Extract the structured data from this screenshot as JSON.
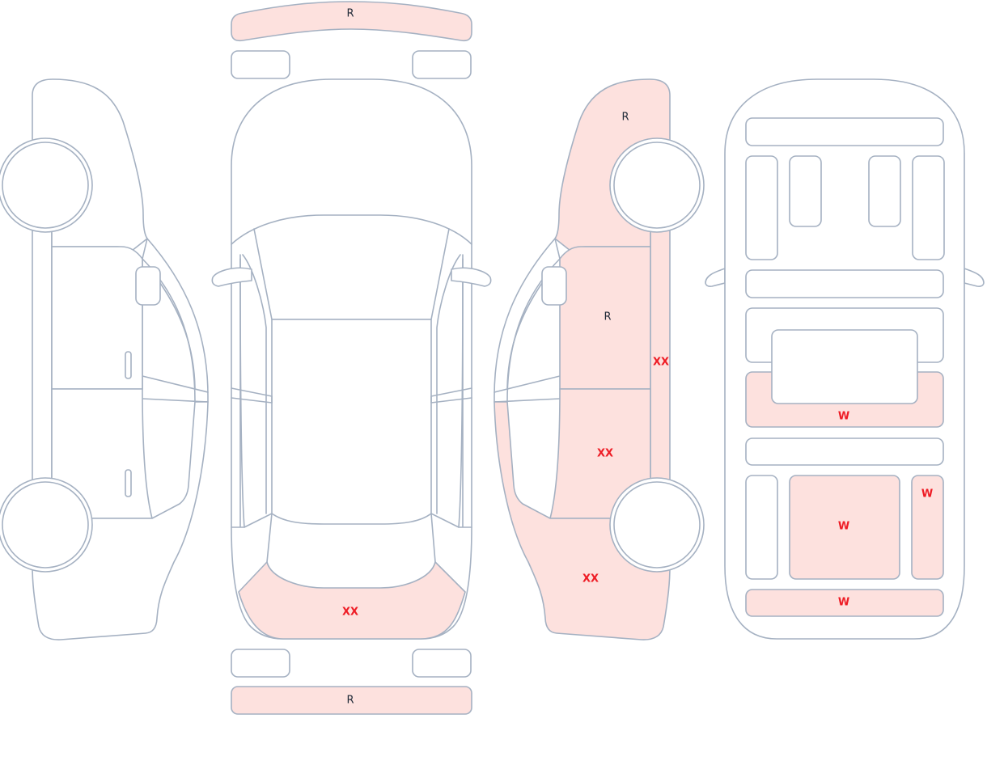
{
  "colors": {
    "damaged_fill": "#fde1de",
    "outline": "#a5b1c2",
    "code_dark": "#1f2937",
    "code_red": "#ee1c25"
  },
  "front_view": {
    "front_bumper_code": "R",
    "rear_section_code": "XX",
    "rear_bumper_code": "R"
  },
  "right_side_view": {
    "front_fender_code": "R",
    "front_door_code": "R",
    "rocker_code": "XX",
    "rear_door_code": "XX",
    "rear_quarter_code": "XX"
  },
  "top_view": {
    "middle_panel_code": "W",
    "rear_center_code": "W",
    "rear_right_code": "W",
    "rear_bumper_code": "W"
  }
}
